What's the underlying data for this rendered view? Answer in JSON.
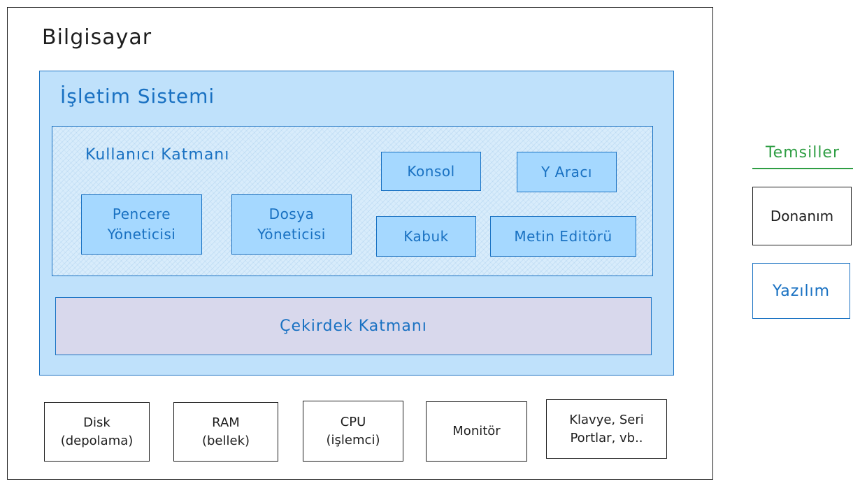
{
  "computer": {
    "title": "Bilgisayar"
  },
  "os": {
    "title": "İşletim Sistemi",
    "user_layer": {
      "title": "Kullanıcı Katmanı",
      "boxes": [
        {
          "label": "Konsol"
        },
        {
          "label": "Y Aracı"
        },
        {
          "label": "Pencere\nYöneticisi"
        },
        {
          "label": "Dosya\nYöneticisi"
        },
        {
          "label": "Kabuk"
        },
        {
          "label": "Metin Editörü"
        }
      ]
    },
    "kernel": {
      "label": "Çekirdek Katmanı"
    }
  },
  "hardware": [
    {
      "label": "Disk\n(depolama)"
    },
    {
      "label": "RAM\n(bellek)"
    },
    {
      "label": "CPU\n(işlemci)"
    },
    {
      "label": "Monitör"
    },
    {
      "label": "Klavye, Seri\nPortlar, vb.."
    }
  ],
  "legend": {
    "title": "Temsiller",
    "hardware_label": "Donanım",
    "software_label": "Yazılım",
    "colors": {
      "hardware": "#1e1e1e",
      "software": "#1971c2",
      "legend_title": "#2f9e44"
    }
  },
  "colors": {
    "os_fill": "#bfe1fb",
    "user_layer_fill": "#d8ecfb",
    "component_fill": "#a5d8ff",
    "kernel_fill": "#d8d8ec",
    "stroke_blue": "#1971c2",
    "stroke_dark": "#1e1e1e"
  }
}
